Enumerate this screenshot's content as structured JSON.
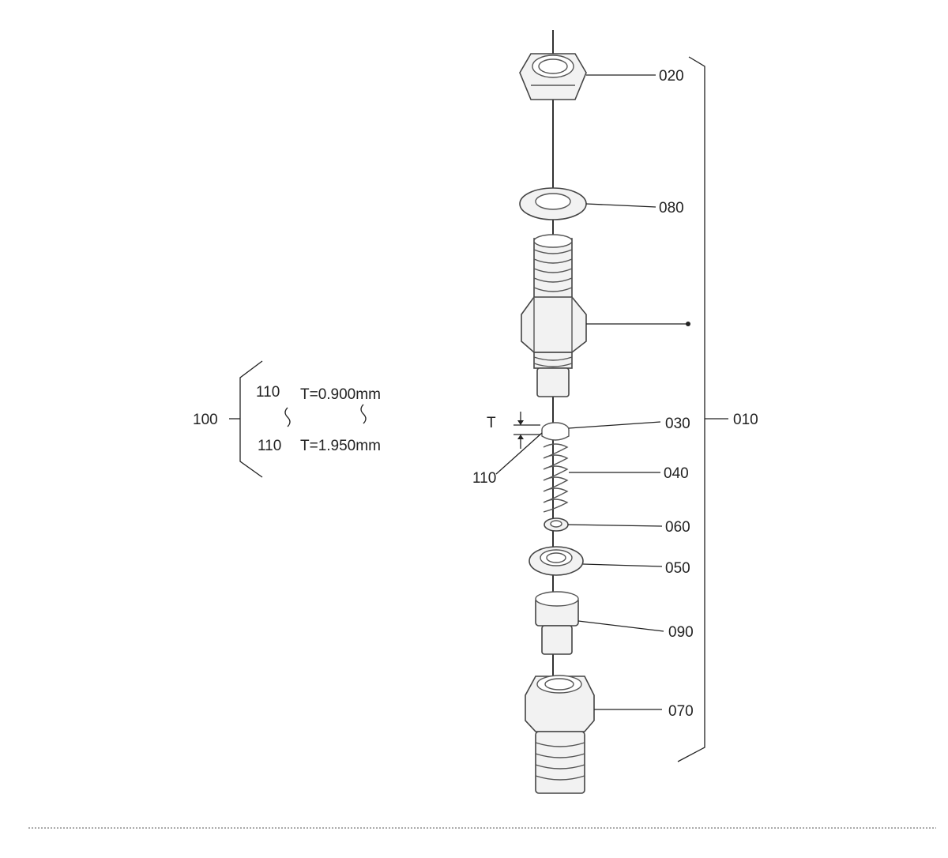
{
  "diagram": {
    "callouts": {
      "p020": "020",
      "p080": "080",
      "p030": "030",
      "p010": "010",
      "p040": "040",
      "p060": "060",
      "p050": "050",
      "p090": "090",
      "p070": "070",
      "p110": "110",
      "t_dim": "T"
    },
    "kit": {
      "label": "100",
      "row1_part": "110",
      "row1_spec": "T=0.900mm",
      "row2_part": "110",
      "row2_spec": "T=1.950mm"
    }
  }
}
